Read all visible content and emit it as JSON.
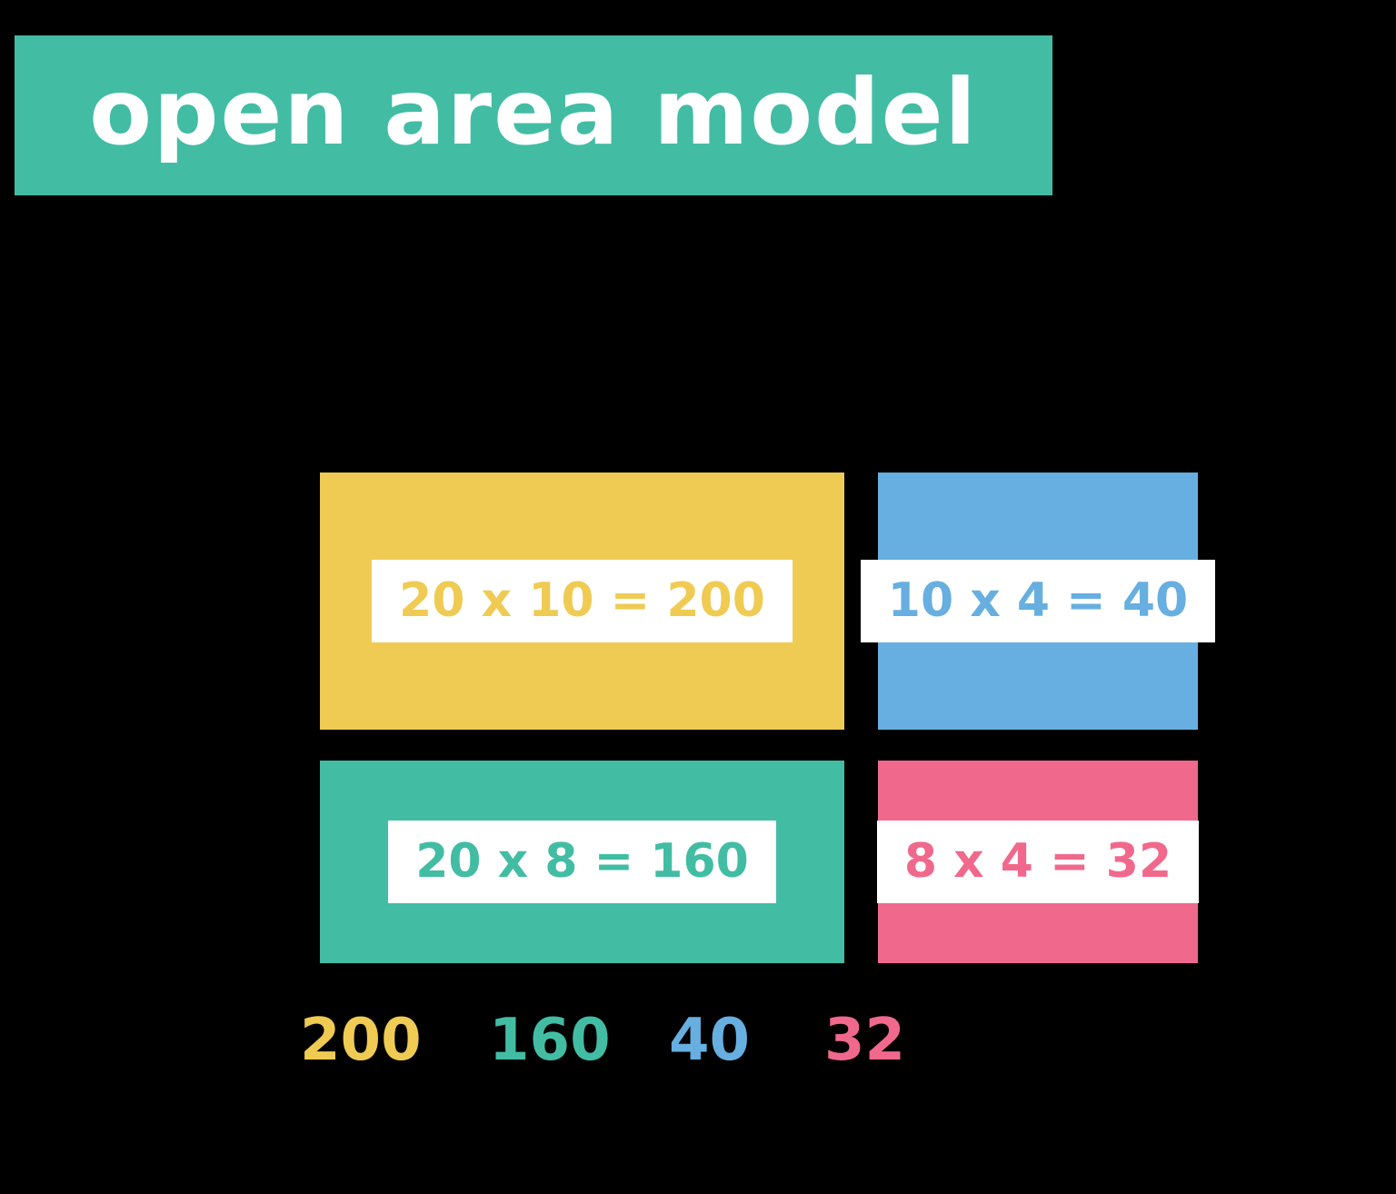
{
  "title": {
    "label": "open area model"
  },
  "palette": {
    "background": "#000000",
    "banner_teal": "#42BDA4",
    "yellow": "#EFCB53",
    "blue": "#66AFE0",
    "teal": "#42BDA4",
    "pink": "#F0698C",
    "label_background": "#FFFFFF",
    "title_text": "#FFFFFF"
  },
  "boxes": [
    {
      "id": "partial-product-20x10",
      "equation": "20 x 10 = 200",
      "color": "#EFCB53"
    },
    {
      "id": "partial-product-10x4",
      "equation": "10 x 4 = 40",
      "color": "#66AFE0"
    },
    {
      "id": "partial-product-20x8",
      "equation": "20 x 8 = 160",
      "color": "#42BDA4"
    },
    {
      "id": "partial-product-8x4",
      "equation": "8 x 4 = 32",
      "color": "#F0698C"
    }
  ],
  "sums": [
    {
      "value": "200",
      "color": "#EFCB53"
    },
    {
      "value": "160",
      "color": "#42BDA4"
    },
    {
      "value": "40",
      "color": "#66AFE0"
    },
    {
      "value": "32",
      "color": "#F0698C"
    }
  ]
}
